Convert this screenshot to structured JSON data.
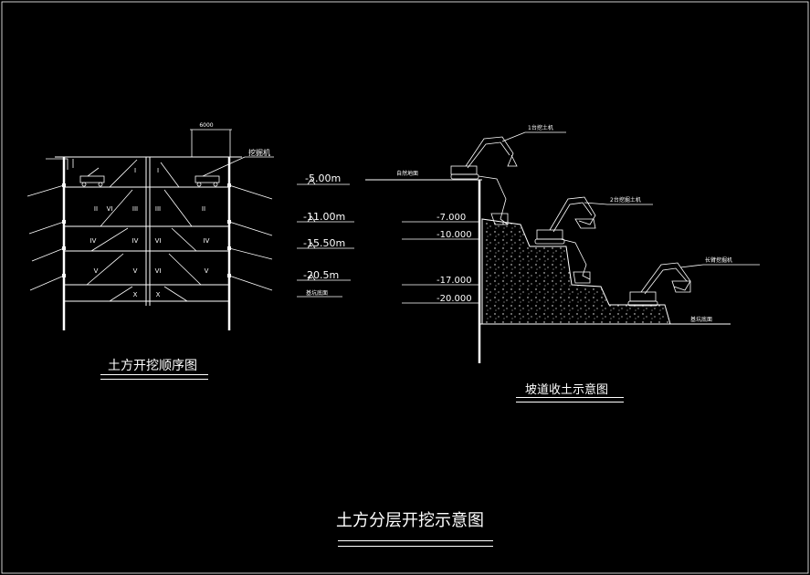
{
  "diagram": {
    "main_title": "土方分层开挖示意图",
    "left": {
      "title": "土方开挖顺序图",
      "width_dim": "6000",
      "machine_label": "挖掘机",
      "bay_numerals": [
        [
          "I",
          "I"
        ],
        [
          "II",
          "II"
        ],
        [
          "III",
          "III"
        ],
        [
          "IV",
          "IV",
          "IV"
        ],
        [
          "V",
          "V",
          "V"
        ],
        [
          "VI",
          "VI",
          "VI"
        ],
        [
          "X",
          "X"
        ]
      ],
      "levels": [
        "-5.00m",
        "-11.00m",
        "-15.50m",
        "-20.5m"
      ],
      "bottom_note": "基坑底面"
    },
    "right": {
      "title": "坡道收土示意图",
      "ground_label": "自然地面",
      "levels": [
        "-7.000",
        "-10.000",
        "-17.000",
        "-20.000"
      ],
      "excavator_labels": [
        "1台挖土机",
        "2台挖掘土机",
        "长臂挖掘机"
      ],
      "bottom_label": "基坑底面"
    }
  }
}
